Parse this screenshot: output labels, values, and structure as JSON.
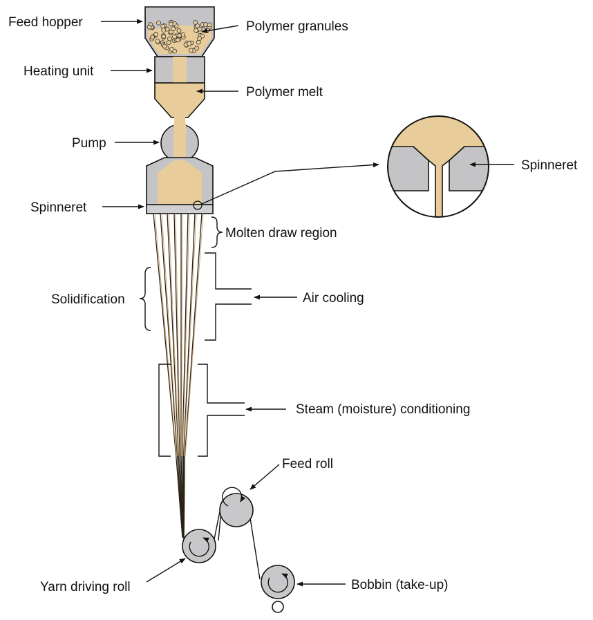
{
  "labels": {
    "feed_hopper": "Feed hopper",
    "polymer_granules": "Polymer granules",
    "heating_unit": "Heating unit",
    "polymer_melt": "Polymer melt",
    "pump": "Pump",
    "spinneret_left": "Spinneret",
    "spinneret_detail": "Spinneret",
    "molten_draw_region": "Molten draw region",
    "solidification": "Solidification",
    "air_cooling": "Air cooling",
    "steam_conditioning": "Steam (moisture) conditioning",
    "feed_roll": "Feed roll",
    "yarn_driving_roll": "Yarn driving roll",
    "bobbin": "Bobbin (take-up)"
  },
  "colors": {
    "polymer": "#e8cc9a",
    "equipment_gray": "#c4c4c6",
    "roll_gray": "#c8c8ca",
    "line": "#111111"
  }
}
